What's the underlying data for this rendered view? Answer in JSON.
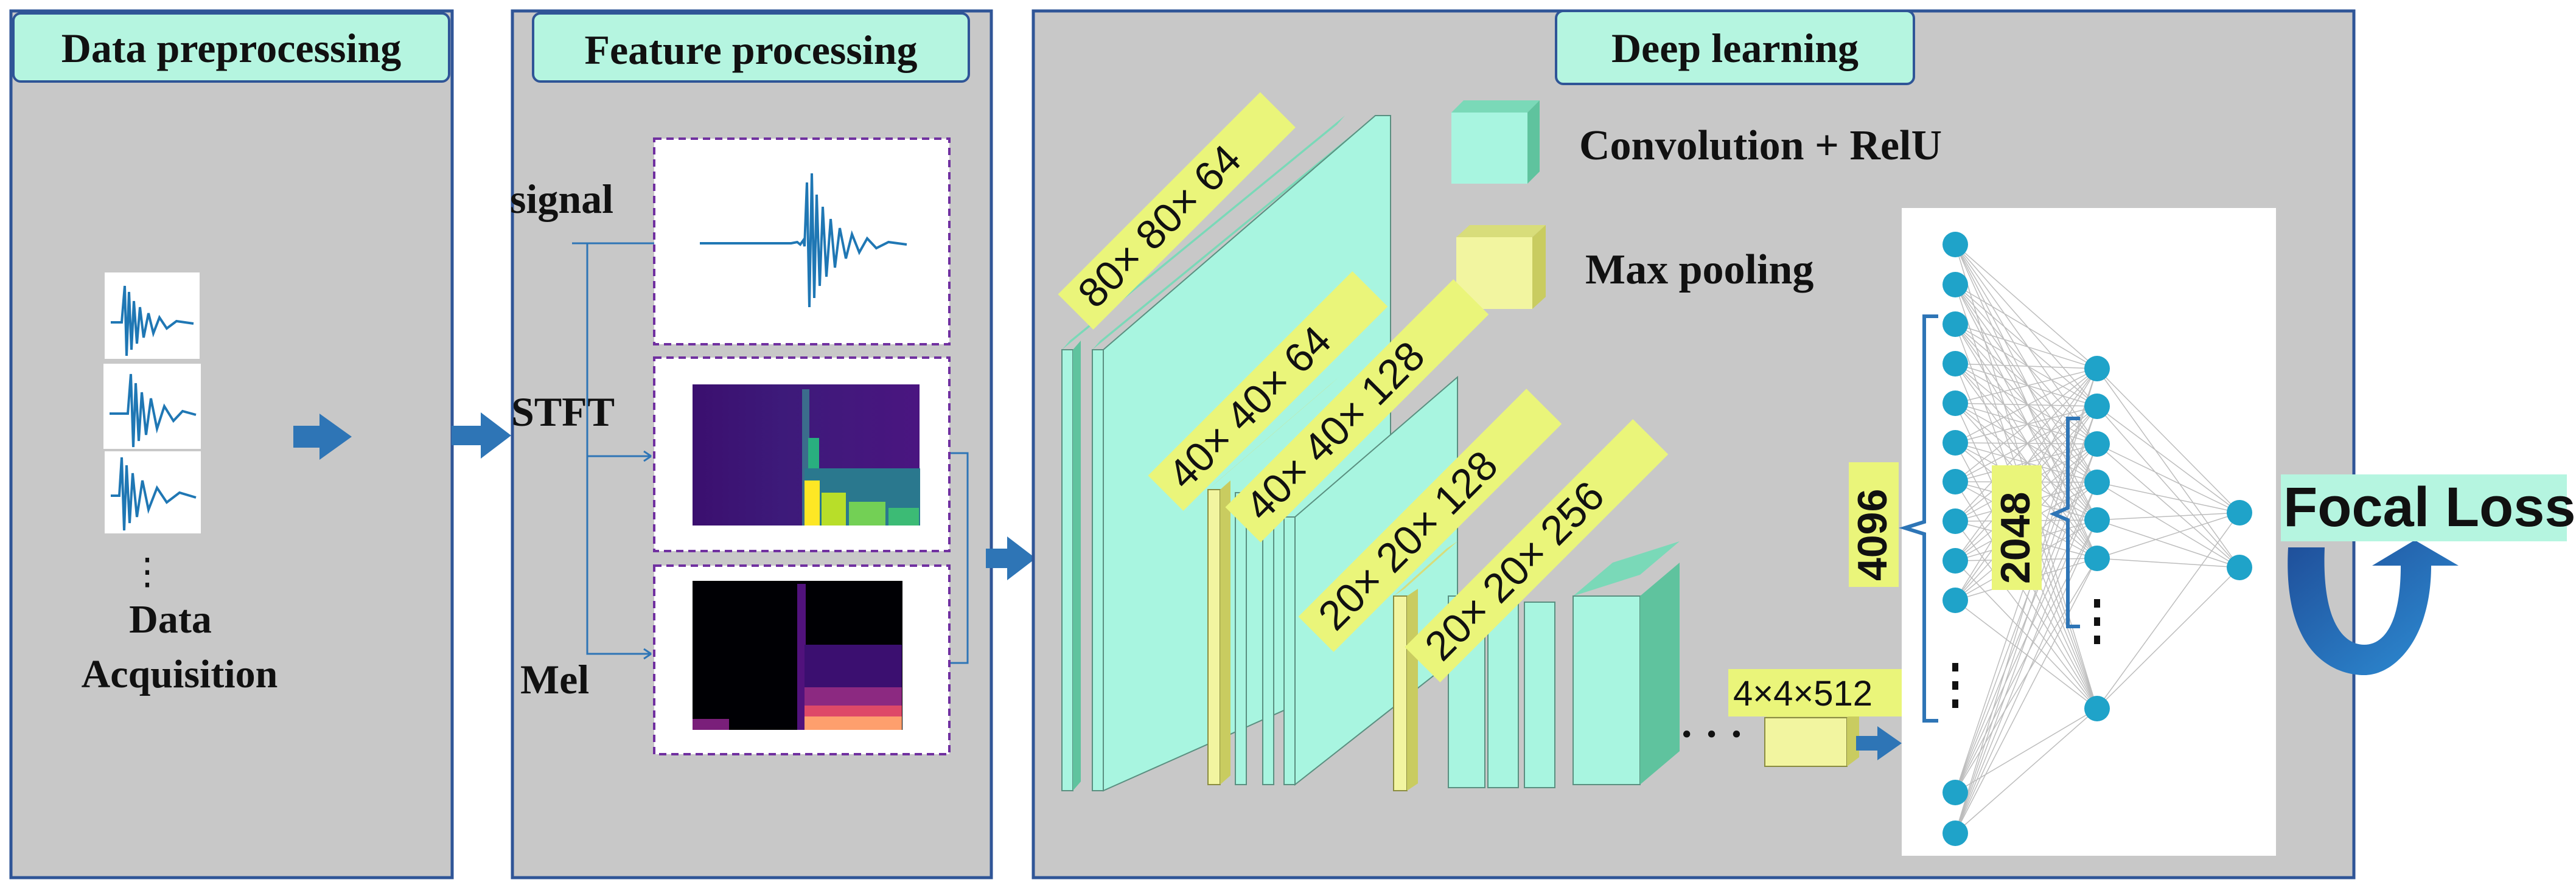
{
  "panels": {
    "preprocessing": {
      "title": "Data preprocessing",
      "caption_line1": "Data",
      "caption_line2": "Acquisition",
      "dots": "⋮"
    },
    "feature": {
      "title": "Feature processing",
      "signal": "signal",
      "stft": "STFT",
      "mel": "Mel"
    },
    "deep": {
      "title": "Deep learning"
    }
  },
  "legend": {
    "conv": "Convolution + RelU",
    "pool": "Max pooling"
  },
  "layers": {
    "l1": "80× 80× 64",
    "l2": "40× 40× 64",
    "l3": "40× 40× 128",
    "l4": "20× 20× 128",
    "l5": "20× 20× 256",
    "l6": "4×4×512",
    "ellipsis": "· · ·"
  },
  "fc": {
    "n1": "4096",
    "n2": "2048"
  },
  "output": {
    "loss": "Focal Loss"
  },
  "colors": {
    "panel_bg": "#c8c8c8",
    "panel_border": "#2f5597",
    "title_bg": "#b5f5e0",
    "conv": "#a8f5e0",
    "pool": "#f2f5a0",
    "arrow": "#2e75b6",
    "neuron": "#1fa3c9",
    "label_bg": "#eaf57a"
  }
}
